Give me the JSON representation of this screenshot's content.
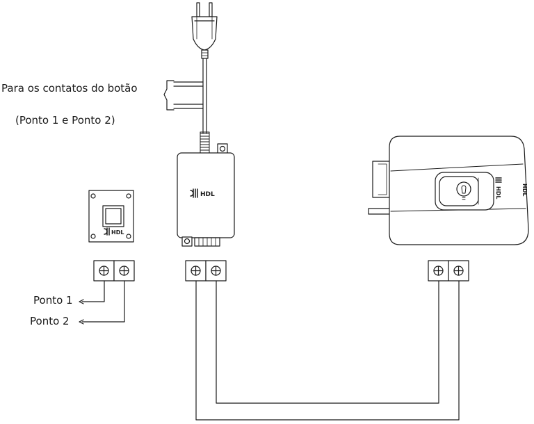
{
  "labels": {
    "button_contacts": "Para os contatos do botão",
    "button_points": "(Ponto 1 e Ponto 2)",
    "ponto_1": "Ponto 1",
    "ponto_2": "Ponto 2"
  },
  "brand": {
    "logo_text": "HDL"
  },
  "colors": {
    "stroke": "#1a1a1a",
    "fill": "#ffffff"
  }
}
